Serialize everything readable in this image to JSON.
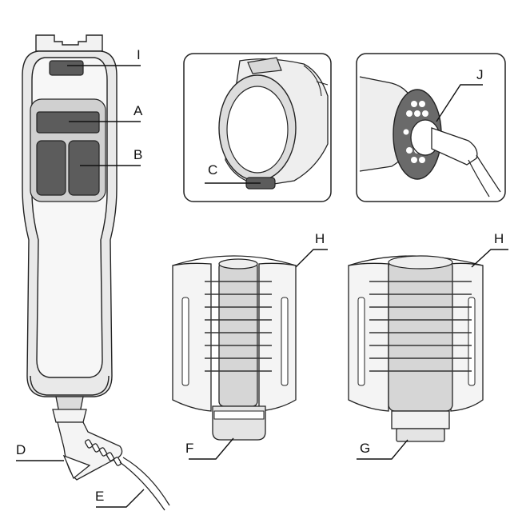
{
  "labels": {
    "I": "I",
    "A": "A",
    "B": "B",
    "C": "C",
    "J": "J",
    "H_left": "H",
    "H_right": "H",
    "F": "F",
    "G": "G",
    "D": "D",
    "E": "E"
  },
  "colors": {
    "line": "#222222",
    "device_fill": "#e6e6e6",
    "device_rim": "#bdbdbd",
    "button_fill": "#5c5c5c",
    "panel_fill": "#d0d0d0",
    "panel_stroke": "#2a2a2a",
    "barrel_fill": "#d6d6d6"
  }
}
